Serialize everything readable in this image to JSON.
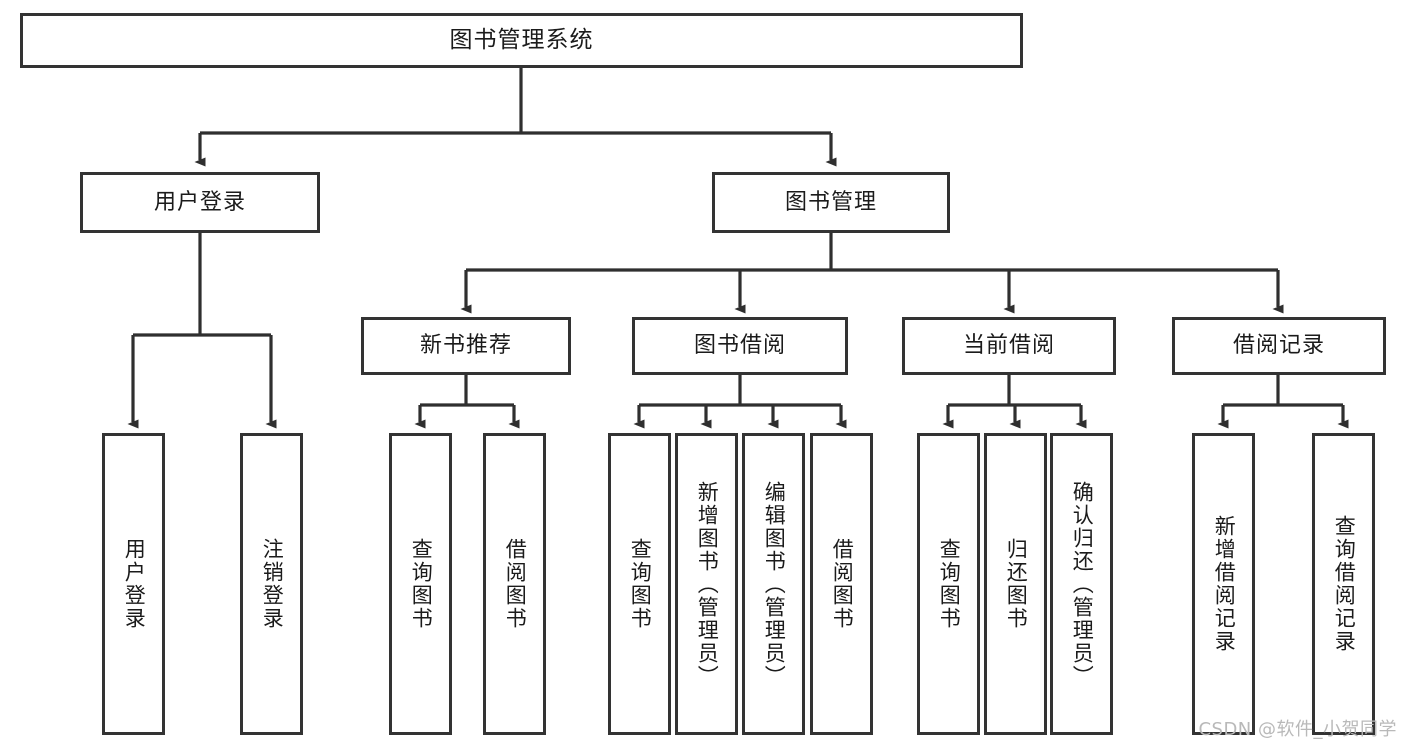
{
  "diagram": {
    "title": "图书管理系统",
    "watermark": "CSDN @软件_小贺同学",
    "colors": {
      "background": "#ffffff",
      "border": "#333333",
      "text": "#1b1b1b",
      "edge": "#2f2f2f",
      "watermark": "#b9b9b9"
    },
    "root": {
      "label": "图书管理系统"
    },
    "level2": [
      {
        "label": "用户登录"
      },
      {
        "label": "图书管理"
      }
    ],
    "level3": [
      {
        "label": "新书推荐"
      },
      {
        "label": "图书借阅"
      },
      {
        "label": "当前借阅"
      },
      {
        "label": "借阅记录"
      }
    ],
    "leaves": {
      "user_login": [
        {
          "label": "用户登录"
        },
        {
          "label": "注销登录"
        }
      ],
      "new_book_recommend": [
        {
          "label": "查询图书"
        },
        {
          "label": "借阅图书"
        }
      ],
      "book_borrow": [
        {
          "label": "查询图书"
        },
        {
          "label": "新增图书（管理员）"
        },
        {
          "label": "编辑图书（管理员）"
        },
        {
          "label": "借阅图书"
        }
      ],
      "current_borrow": [
        {
          "label": "查询图书"
        },
        {
          "label": "归还图书"
        },
        {
          "label": "确认归还（管理员）"
        }
      ],
      "borrow_record": [
        {
          "label": "新增借阅记录"
        },
        {
          "label": "查询借阅记录"
        }
      ]
    }
  }
}
